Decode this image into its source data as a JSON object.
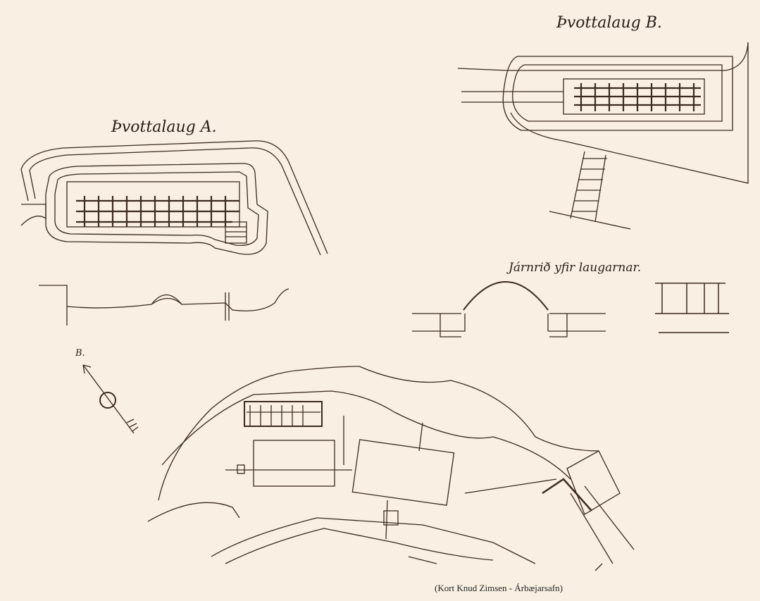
{
  "titles": {
    "pool_a": "Þvottalaug A.",
    "pool_b": "Þvottalaug B.",
    "railing": "Járnrið yfir laugarnar."
  },
  "north_marker": "B.",
  "caption": "(Kort Knud Zimsen - Árbæjarsafn)",
  "colors": {
    "paper": "#f9efe2",
    "ink": "#3a2a20"
  }
}
